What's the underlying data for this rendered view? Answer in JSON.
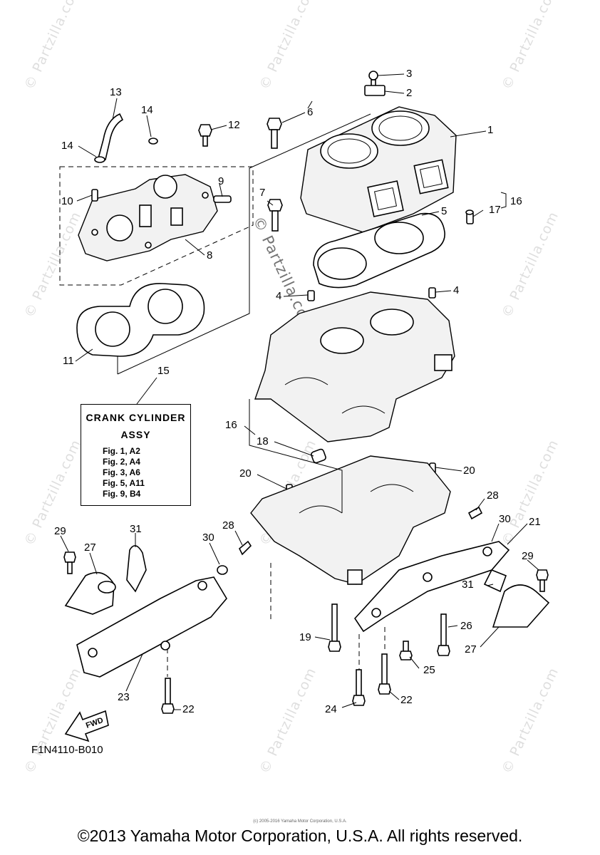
{
  "diagram": {
    "figure_code": "F1N4110-B010",
    "footer": "©2013 Yamaha Motor Corporation, U.S.A. All rights reserved.",
    "fine_print": "(c) 2005-2016 Yamaha Motor Corporation, U.S.A.",
    "watermark": "© Partzilla.com",
    "watermark_center": "© Partzilla.com",
    "fwd_label": "FWD",
    "assy_box": {
      "title_line1": "CRANK CYLINDER",
      "title_line2": "ASSY",
      "figs": [
        "Fig. 1, A2",
        "Fig. 2, A4",
        "Fig. 3, A6",
        "Fig. 5, A11",
        "Fig. 9, B4"
      ]
    },
    "callouts": [
      "1",
      "2",
      "3",
      "4",
      "4",
      "5",
      "6",
      "7",
      "8",
      "9",
      "10",
      "11",
      "12",
      "13",
      "14",
      "14",
      "15",
      "16",
      "16",
      "17",
      "18",
      "19",
      "20",
      "20",
      "21",
      "22",
      "22",
      "23",
      "24",
      "25",
      "26",
      "27",
      "27",
      "28",
      "28",
      "29",
      "29",
      "30",
      "30",
      "31",
      "31"
    ]
  }
}
